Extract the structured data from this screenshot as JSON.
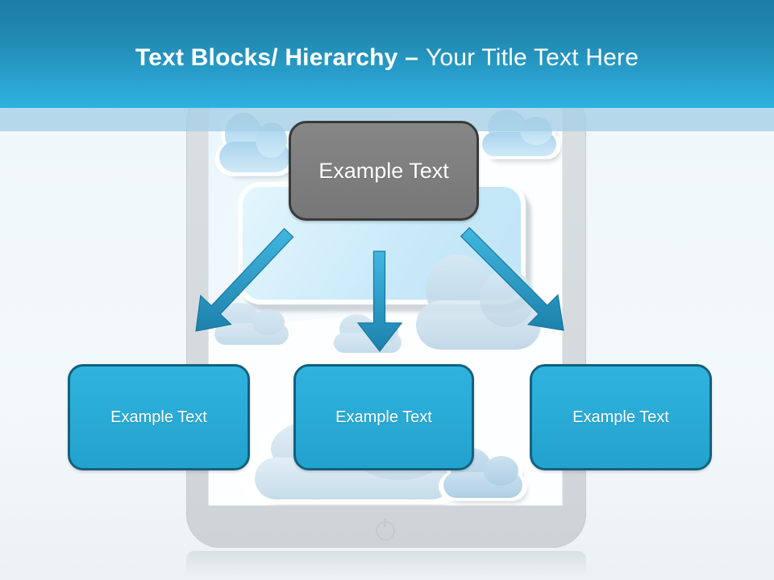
{
  "slide": {
    "title": {
      "bold": "Text Blocks/ Hierarchy –",
      "regular": "Your Title Text Here"
    }
  },
  "diagram": {
    "root": {
      "label": "Example Text"
    },
    "children": [
      {
        "label": "Example Text"
      },
      {
        "label": "Example Text"
      },
      {
        "label": "Example Text"
      }
    ]
  },
  "icons": {
    "power": "power-icon: thin circle with vertical bar (tablet power button)",
    "arrows": [
      "arrow-down-left-icon",
      "arrow-down-icon",
      "arrow-down-right-icon"
    ]
  },
  "colors": {
    "header_gradient_top": "#1C7EA6",
    "header_gradient_bottom": "#2FB2E1",
    "band": "#B5D8EA",
    "background": "#EFF6F9",
    "tablet_bezel": "#D6DBDE",
    "screen": "#FDFEFF",
    "bubble_fill": "#C8E9F9",
    "cloud_blue": "#B9DCF2",
    "node_root_fill": "#7C7C7C",
    "node_root_border": "#3A3A3A",
    "node_child_fill": "#26ADD8",
    "node_child_border": "#15607C",
    "arrow_fill": "#28A5D2",
    "text": "#FFFFFF"
  }
}
